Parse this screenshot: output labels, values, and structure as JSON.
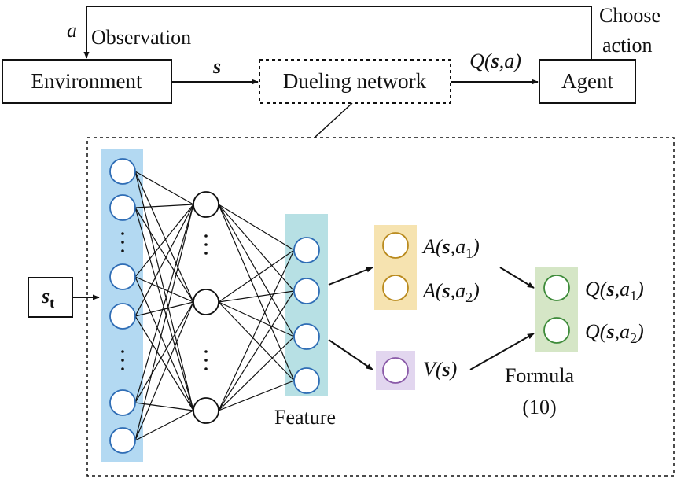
{
  "top": {
    "environment_label": "Environment",
    "dueling_label": "Dueling network",
    "agent_label": "Agent",
    "observation_label": "Observation",
    "action_var": "a",
    "state_var": "s",
    "choose_action_line1": "Choose",
    "choose_action_line2": "action",
    "q_label_prefix": "Q(",
    "q_label_s": "s",
    "q_label_suffix": ",a)"
  },
  "network": {
    "input_var": "s",
    "input_sub": "t",
    "feature_label": "Feature",
    "adv1_prefix": "A(",
    "adv1_s": "s",
    "adv1_mid": ",a",
    "adv1_sub": "1",
    "adv1_suffix": ")",
    "adv2_prefix": "A(",
    "adv2_s": "s",
    "adv2_mid": ",a",
    "adv2_sub": "2",
    "adv2_suffix": ")",
    "value_prefix": "V(",
    "value_s": "s",
    "value_suffix": ")",
    "q1_prefix": "Q(",
    "q1_s": "s",
    "q1_mid": ",a",
    "q1_sub": "1",
    "q1_suffix": ")",
    "q2_prefix": "Q(",
    "q2_s": "s",
    "q2_mid": ",a",
    "q2_sub": "2",
    "q2_suffix": ")",
    "formula_line1": "Formula",
    "formula_line2": "(10)"
  },
  "colors": {
    "input_layer": "#b3d9f2",
    "feature_layer": "#b7e0e4",
    "advantage_layer": "#f6e3b0",
    "value_layer": "#e2d6ef",
    "q_layer": "#d5e6c6",
    "node_blue": "#2f6db5",
    "node_gold": "#b98a1e",
    "node_purple": "#8a5aa8",
    "node_green": "#3e8b3a"
  }
}
